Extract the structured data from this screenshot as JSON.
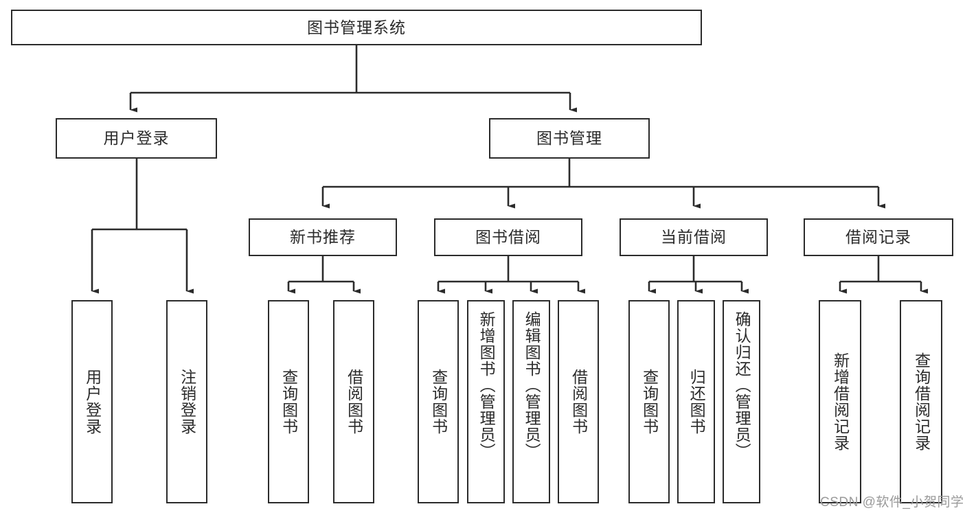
{
  "diagram": {
    "type": "tree",
    "title": "图书管理系统",
    "root": {
      "label": "图书管理系统"
    },
    "level2": [
      {
        "label": "用户登录"
      },
      {
        "label": "图书管理"
      }
    ],
    "level3": [
      {
        "label": "新书推荐"
      },
      {
        "label": "图书借阅"
      },
      {
        "label": "当前借阅"
      },
      {
        "label": "借阅记录"
      }
    ],
    "leaves": {
      "user_login": [
        {
          "label": "用户登录"
        },
        {
          "label": "注销登录"
        }
      ],
      "new_book_recommend": [
        {
          "label": "查询图书"
        },
        {
          "label": "借阅图书"
        }
      ],
      "book_borrow": [
        {
          "label": "查询图书"
        },
        {
          "label": "新增图书（管理员）"
        },
        {
          "label": "编辑图书（管理员）"
        },
        {
          "label": "借阅图书"
        }
      ],
      "current_borrow": [
        {
          "label": "查询图书"
        },
        {
          "label": "归还图书"
        },
        {
          "label": "确认归还（管理员）"
        }
      ],
      "borrow_record": [
        {
          "label": "新增借阅记录"
        },
        {
          "label": "查询借阅记录"
        }
      ]
    }
  },
  "watermark": {
    "text": "CSDN @软件_小贺同学"
  },
  "colors": {
    "border": "#2b2b2b",
    "text": "#2b2b2b",
    "background": "#ffffff",
    "watermark": "#9a9a9a"
  }
}
